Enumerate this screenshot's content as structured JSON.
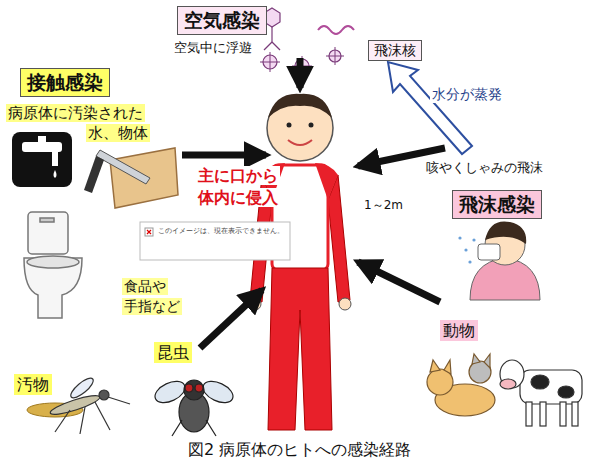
{
  "diagram": {
    "caption": "図2 病原体のヒトへの感染経路",
    "nodes": [
      {
        "text": [
          "空気感染"
        ]
      },
      {
        "text": [
          "飛沫核"
        ]
      },
      {
        "text": [
          "接触感染"
        ]
      },
      {
        "text": [
          "飛沫感染"
        ]
      },
      {
        "text": [
          "汚物"
        ]
      },
      {
        "text": [
          "昆虫"
        ]
      },
      {
        "text": [
          "動物"
        ]
      }
    ],
    "labels": [
      "空気中に浮遊",
      "水分が蒸発",
      "咳やくしゃみの飛沫",
      "1～2m",
      "病原体に汚染された",
      "水、物体",
      "主に口から",
      "体内に侵入",
      "このイメージは、現在表示できません。",
      "食品や",
      "手指など"
    ]
  }
}
